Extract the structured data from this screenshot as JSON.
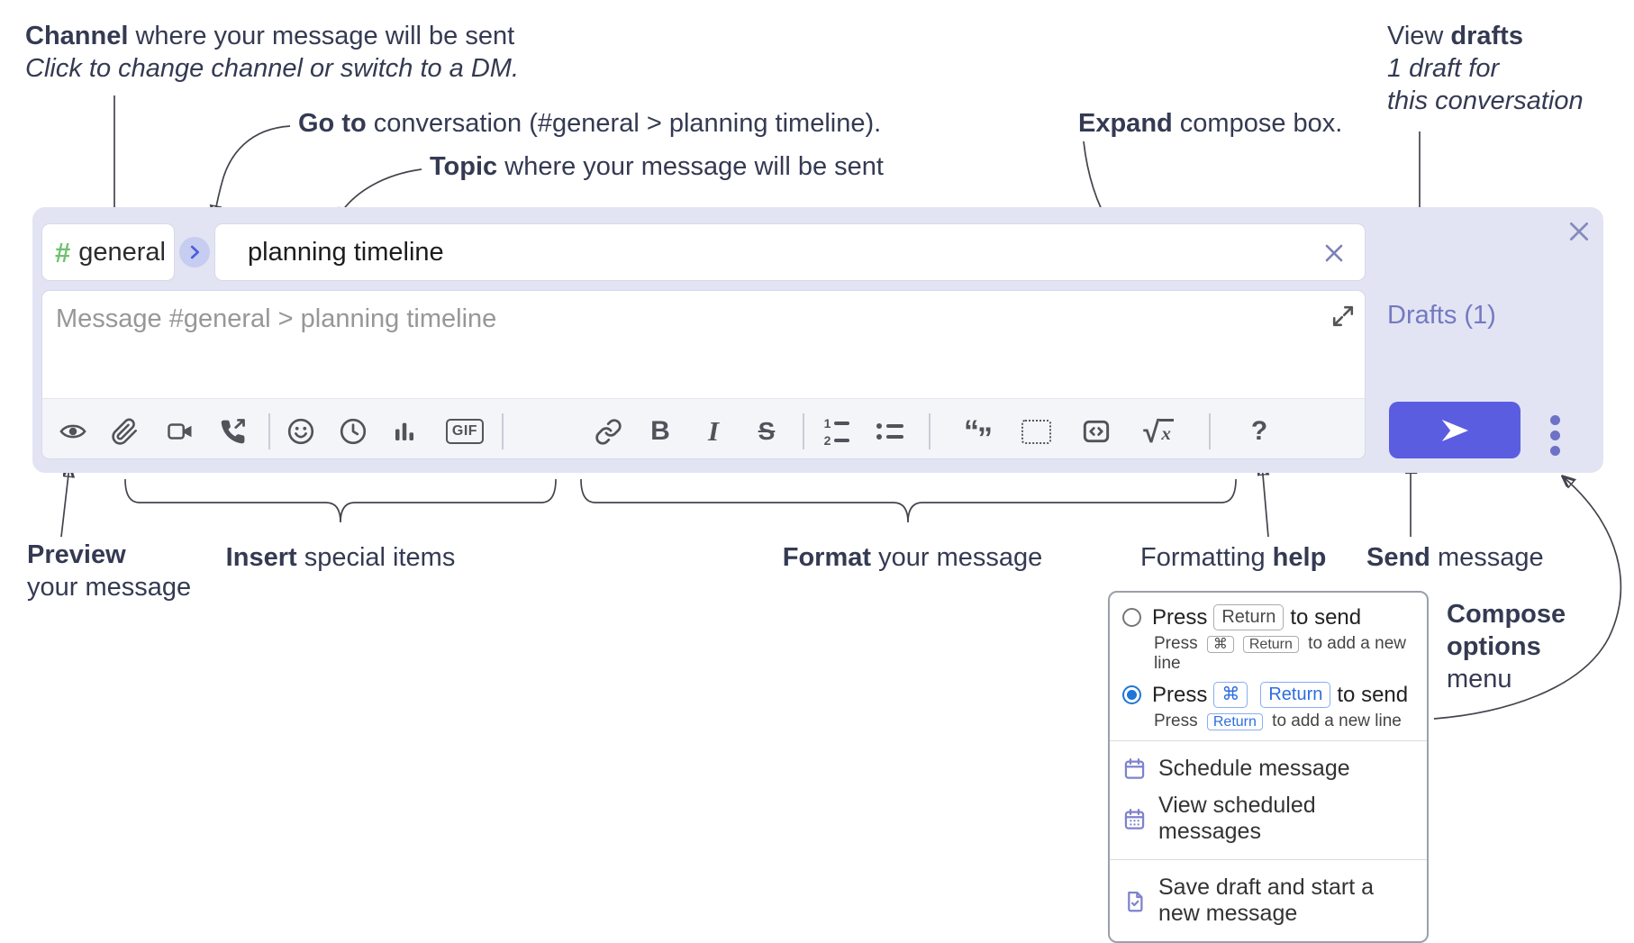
{
  "annotations": {
    "channel": {
      "bold": "Channel",
      "rest": " where your message will be sent",
      "line2": "Click to change channel or switch to a DM."
    },
    "goto": {
      "bold": "Go to",
      "rest": " conversation (#general > planning timeline)."
    },
    "topic": {
      "bold": "Topic",
      "rest": " where your message will be sent"
    },
    "expand": {
      "bold": "Expand",
      "rest": " compose box."
    },
    "view_drafts": {
      "pre": "View ",
      "bold": "drafts",
      "line2": "1 draft for",
      "line3": "this conversation"
    },
    "preview": {
      "bold": "Preview",
      "line2": "your message"
    },
    "insert": {
      "bold": "Insert",
      "rest": " special items"
    },
    "format": {
      "bold": "Format",
      "rest": " your message"
    },
    "formatting_help": {
      "pre": "Formatting ",
      "bold": "help"
    },
    "send": {
      "bold": "Send",
      "rest": " message"
    },
    "compose_options": {
      "line1": "Compose",
      "line2": "options",
      "line3": "menu"
    }
  },
  "compose": {
    "channel_hash": "#",
    "channel_name": "general",
    "topic_value": "planning timeline",
    "message_placeholder": "Message #general > planning timeline",
    "drafts_label": "Drafts (1)"
  },
  "toolbar": {
    "gif": "GIF",
    "bold": "B",
    "italic": "I",
    "strike": "S",
    "ol1": "1",
    "ol2": "2",
    "quote_open": "“",
    "quote_close": "”",
    "sqrt": "√",
    "sqrt_var": "x",
    "help": "?",
    "icons": [
      "preview-eye",
      "attach-paperclip",
      "video-call",
      "voice-call",
      "emoji",
      "global-time",
      "poll",
      "gif",
      "link",
      "bold",
      "italic",
      "strikethrough",
      "numbered-list",
      "bulleted-list",
      "quote",
      "spoiler",
      "code",
      "math",
      "help"
    ]
  },
  "menu": {
    "send_options": [
      {
        "press": "Press",
        "keys": [
          "Return"
        ],
        "suffix": "to send",
        "sub": {
          "press": "Press",
          "keys": [
            "⌘",
            "Return"
          ],
          "suffix": "to add a new line"
        }
      },
      {
        "press": "Press",
        "keys": [
          "⌘",
          "Return"
        ],
        "suffix": "to send",
        "sub": {
          "press": "Press",
          "keys": [
            "Return"
          ],
          "suffix": "to add a new line"
        }
      }
    ],
    "items": [
      "Schedule message",
      "View scheduled messages",
      "Save draft and start a new message"
    ]
  },
  "colors": {
    "compose_bg": "#e2e4f3",
    "send_button": "#5a5de0",
    "drafts_link": "#7479c2",
    "channel_hash": "#6fc26f",
    "radio_selected": "#2075d8",
    "kbd_blue": "#2c6ede",
    "toolbar_icon": "#52525b",
    "annotation_text": "#343a52"
  }
}
